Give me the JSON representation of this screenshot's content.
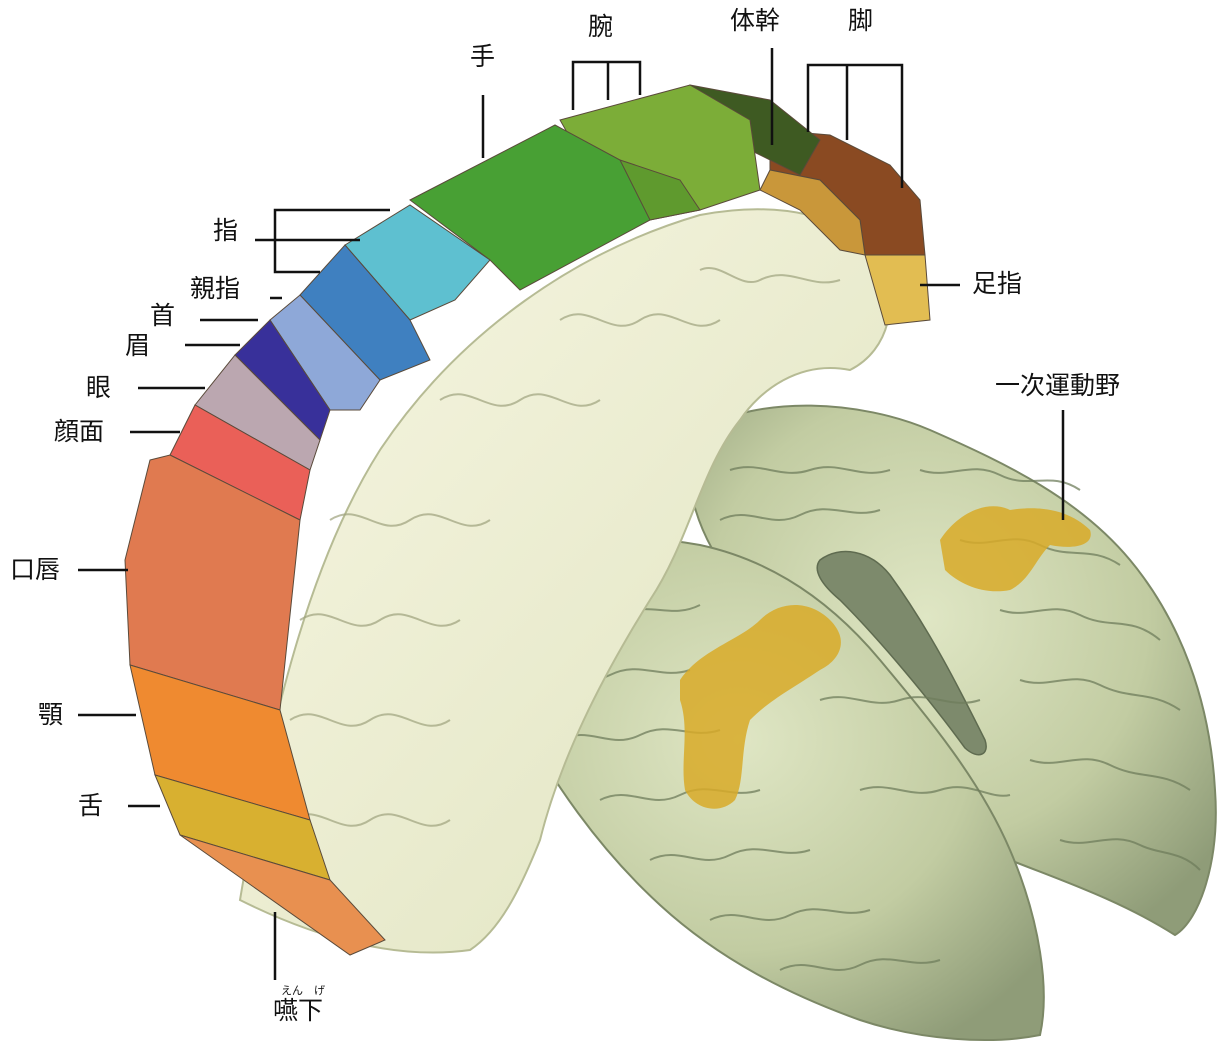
{
  "diagram": {
    "labels": {
      "hand": "手",
      "arm": "腕",
      "trunk": "体幹",
      "leg": "脚",
      "fingers": "指",
      "thumb": "親指",
      "neck": "首",
      "eyebrow": "眉",
      "eye": "眼",
      "face": "顔面",
      "lips": "口唇",
      "jaw": "顎",
      "tongue": "舌",
      "swallowing": "嚥下",
      "swallowing_reading": "えん　げ",
      "toes": "足指",
      "primary_motor_cortex": "一次運動野"
    },
    "colors": {
      "toes": "#e2bd52",
      "leg": "#8a4a22",
      "trunk": "#3e5a22",
      "arm": "#7cad38",
      "hand": "#48a034",
      "fingers": "#5ec0d0",
      "thumb": "#3f80c0",
      "neck": "#8ea8d8",
      "eyebrow": "#38309a",
      "eye": "#bba7b0",
      "face": "#ea6058",
      "lips": "#e07a50",
      "jaw": "#ef8a30",
      "tongue": "#d8b030",
      "swallowing": "#e89050",
      "brain": "#c6cfa8",
      "motor_area": "#d8aa28",
      "cortex_slice": "#f1f0d4"
    }
  }
}
